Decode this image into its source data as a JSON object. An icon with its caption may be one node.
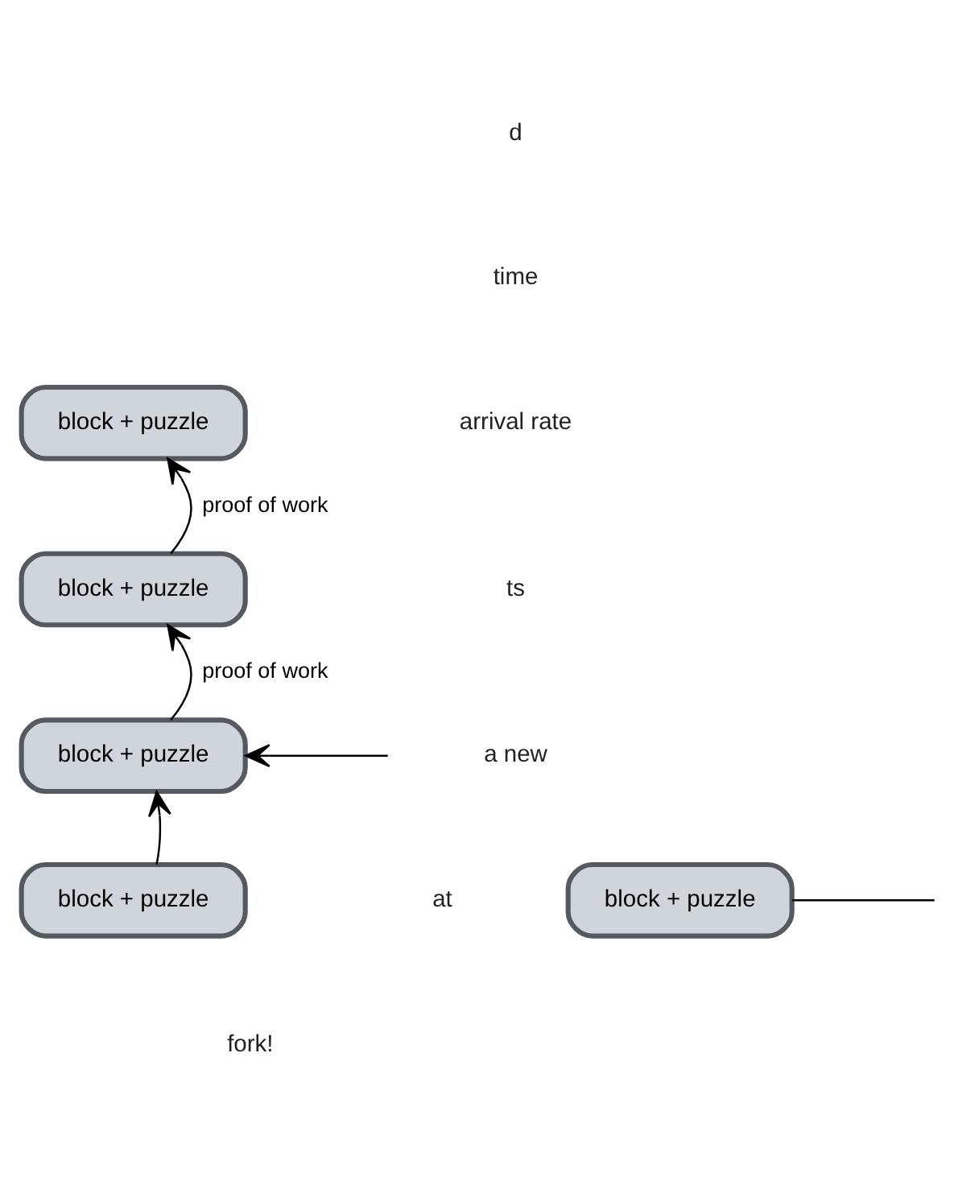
{
  "diagram": {
    "nodes": [
      {
        "text": [
          "block + puzzle"
        ]
      },
      {
        "text": [
          "block + puzzle"
        ]
      },
      {
        "text": [
          "block + puzzle"
        ]
      },
      {
        "text": [
          "block + puzzle"
        ]
      },
      {
        "text": [
          "block + puzzle"
        ]
      }
    ],
    "edges": [
      {
        "from": 1,
        "to": 0,
        "arrow": "to",
        "label": "proof of work"
      },
      {
        "from": 2,
        "to": 1,
        "arrow": "to",
        "label": "proof of work"
      },
      {
        "from": null,
        "to": 2,
        "arrow": "to"
      },
      {
        "from": 3,
        "to": 2,
        "arrow": "to"
      },
      {
        "from": 4,
        "to": null,
        "arrow": "none"
      }
    ],
    "labels": [
      "d",
      "time",
      "arrival rate",
      "ts",
      "a new",
      "at",
      "fork!"
    ]
  }
}
